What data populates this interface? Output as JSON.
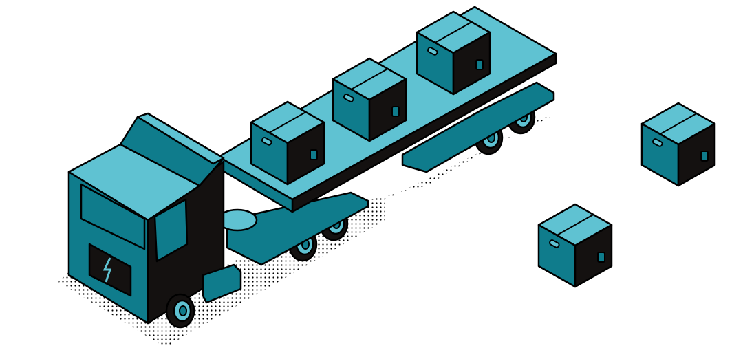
{
  "illustration": {
    "subject": "electric-flatbed-truck-with-boxes",
    "box_count_on_trailer": 3,
    "box_count_on_ground": 2
  },
  "colors": {
    "light": "#5fc2d2",
    "mid": "#0f7c8c",
    "dark": "#141110",
    "outline": "#000000",
    "background": "#ffffff"
  }
}
